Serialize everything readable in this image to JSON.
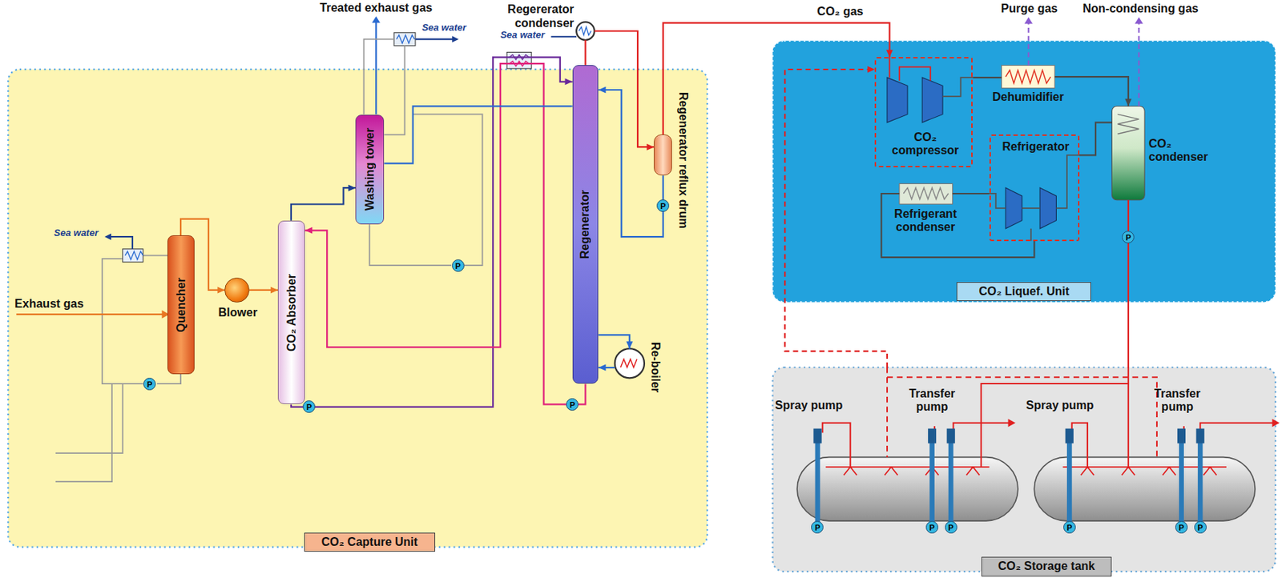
{
  "diagram": {
    "nodes": [
      {
        "text": [
          "CO₂ Capture Unit"
        ]
      },
      {
        "text": [
          "Quencher"
        ],
        "in": 0
      },
      {
        "text": [
          "Blower"
        ],
        "in": 0
      },
      {
        "text": [
          "CO₂ Absorber"
        ],
        "in": 0
      },
      {
        "text": [
          "Washing tower"
        ],
        "in": 0
      },
      {
        "text": [
          "Regererator condenser"
        ],
        "in": 0
      },
      {
        "text": [
          "Regenerator"
        ],
        "in": 0
      },
      {
        "text": [
          "Regenerator reflux drum"
        ],
        "in": 0
      },
      {
        "text": [
          "Re-boiler"
        ],
        "in": 0
      },
      {
        "text": [
          "CO₂ Liquef. Unit"
        ]
      },
      {
        "text": [
          "CO₂ compressor"
        ],
        "in": 9
      },
      {
        "text": [
          "Dehumidifier"
        ],
        "in": 9
      },
      {
        "text": [
          "CO₂ condenser"
        ],
        "in": 9
      },
      {
        "text": [
          "Refrigerator"
        ],
        "in": 9
      },
      {
        "text": [
          "Refrigerant condenser"
        ],
        "in": 9
      },
      {
        "text": [
          "CO₂ Storage tank"
        ]
      }
    ],
    "edges": [
      {
        "from": 1,
        "to": 2,
        "arrow": "to"
      },
      {
        "from": 2,
        "to": 3,
        "arrow": "to"
      },
      {
        "from": 3,
        "to": 4,
        "arrow": "to"
      },
      {
        "from": 3,
        "to": 6,
        "arrow": "to"
      },
      {
        "from": 6,
        "to": 3,
        "arrow": "to"
      },
      {
        "from": 4,
        "to": 6,
        "arrow": "none"
      },
      {
        "from": 6,
        "to": 5,
        "arrow": "none"
      },
      {
        "from": 5,
        "to": 7,
        "arrow": "to"
      },
      {
        "from": 7,
        "to": 6,
        "arrow": "to"
      },
      {
        "from": 7,
        "to": 10,
        "label": "CO₂ gas",
        "arrow": "to"
      },
      {
        "from": 8,
        "to": 6,
        "arrow": "to"
      },
      {
        "from": 6,
        "to": 8,
        "arrow": "to"
      },
      {
        "from": 10,
        "to": 11,
        "arrow": "none"
      },
      {
        "from": 11,
        "to": 12,
        "arrow": "to"
      },
      {
        "from": 13,
        "to": 12,
        "arrow": "none"
      },
      {
        "from": 14,
        "to": 13,
        "arrow": "none"
      },
      {
        "from": 13,
        "to": 14,
        "arrow": "none"
      },
      {
        "from": 12,
        "to": 15,
        "arrow": "none"
      },
      {
        "from": 15,
        "to": 10,
        "arrow": "to"
      }
    ],
    "labels": [
      "Treated exhaust gas",
      "Sea water",
      "Sea water",
      "Sea water",
      "Exhaust gas",
      "Purge gas",
      "Non-condensing gas",
      "Spray pump",
      "Transfer pump",
      "Spray pump",
      "Transfer pump",
      "P",
      "P",
      "P",
      "P",
      "P",
      "P",
      "P",
      "P",
      "P",
      "P",
      "P",
      "P"
    ]
  }
}
